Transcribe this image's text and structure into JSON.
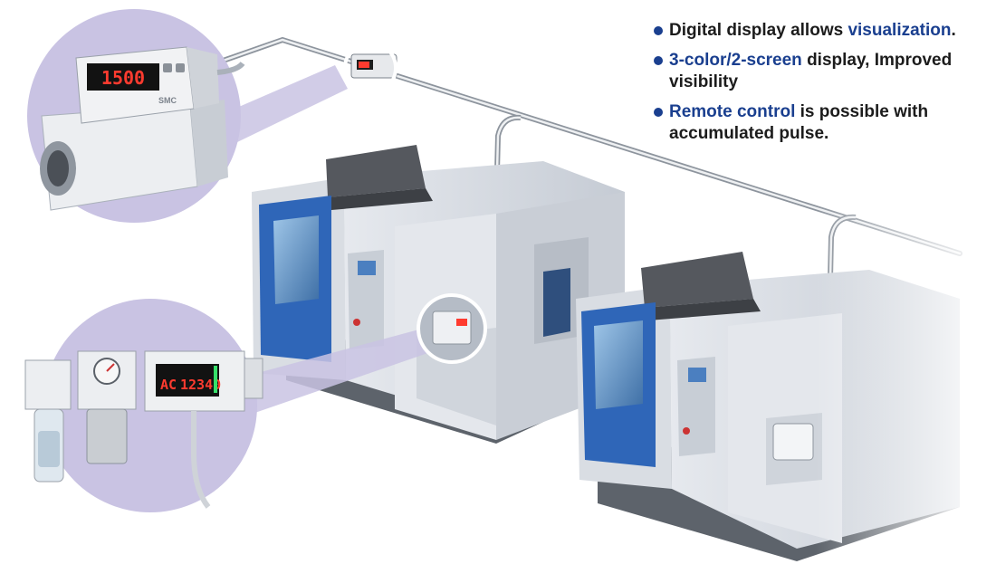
{
  "bullets": [
    {
      "lead": "",
      "highlight": "",
      "before": "Digital display allows ",
      "accent": "visualization",
      "after": "."
    },
    {
      "lead": "",
      "accent": "3-color/2-screen",
      "after": " display, Improved visibility"
    },
    {
      "lead": "",
      "accent": "Remote control",
      "after": " is possible with accumulated pulse."
    }
  ],
  "devices": {
    "top_display": "1500",
    "bottom_display_mode": "AC",
    "bottom_display_value": "12340",
    "brand": "SMC"
  },
  "colors": {
    "accent": "#1a3f8f",
    "text": "#1c1c1c",
    "callout": "#c9c3e3",
    "machine_blue": "#2f66b8",
    "lcd_red": "#ff3b2f",
    "lcd_green": "#36e06a"
  }
}
